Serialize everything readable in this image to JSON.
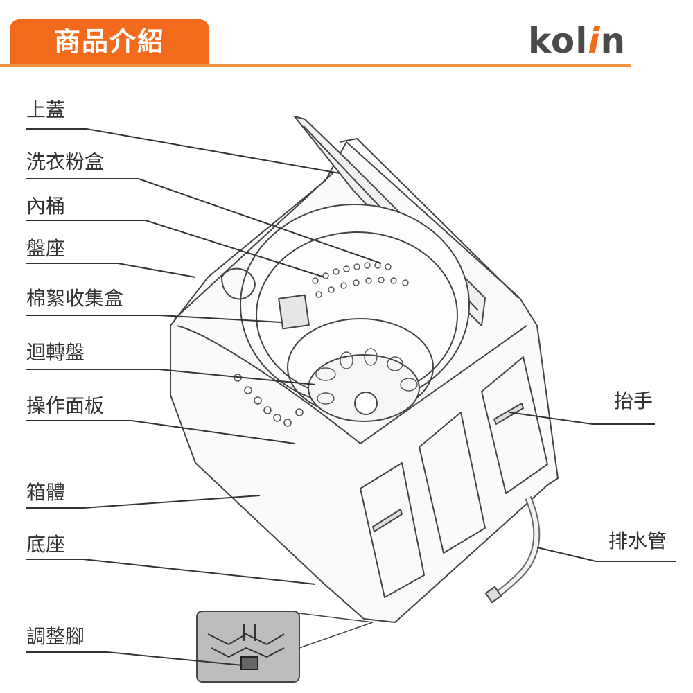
{
  "header": {
    "title": "商品介紹"
  },
  "brand": {
    "prefix": "kol",
    "accent": "i",
    "suffix": "n",
    "accent_color": "#f26b1d"
  },
  "colors": {
    "header_bg": "#f26b1d",
    "rule": "#f3913f",
    "line": "#333333"
  },
  "labels": {
    "top_lid": "上蓋",
    "detergent_box": "洗衣粉盒",
    "inner_tub": "內桶",
    "tub_seat": "盤座",
    "lint_filter": "棉絮收集盒",
    "pulsator": "迴轉盤",
    "control_panel": "操作面板",
    "cabinet": "箱體",
    "base": "底座",
    "adjustable_foot": "調整腳",
    "handle": "抬手",
    "drain_hose": "排水管"
  }
}
